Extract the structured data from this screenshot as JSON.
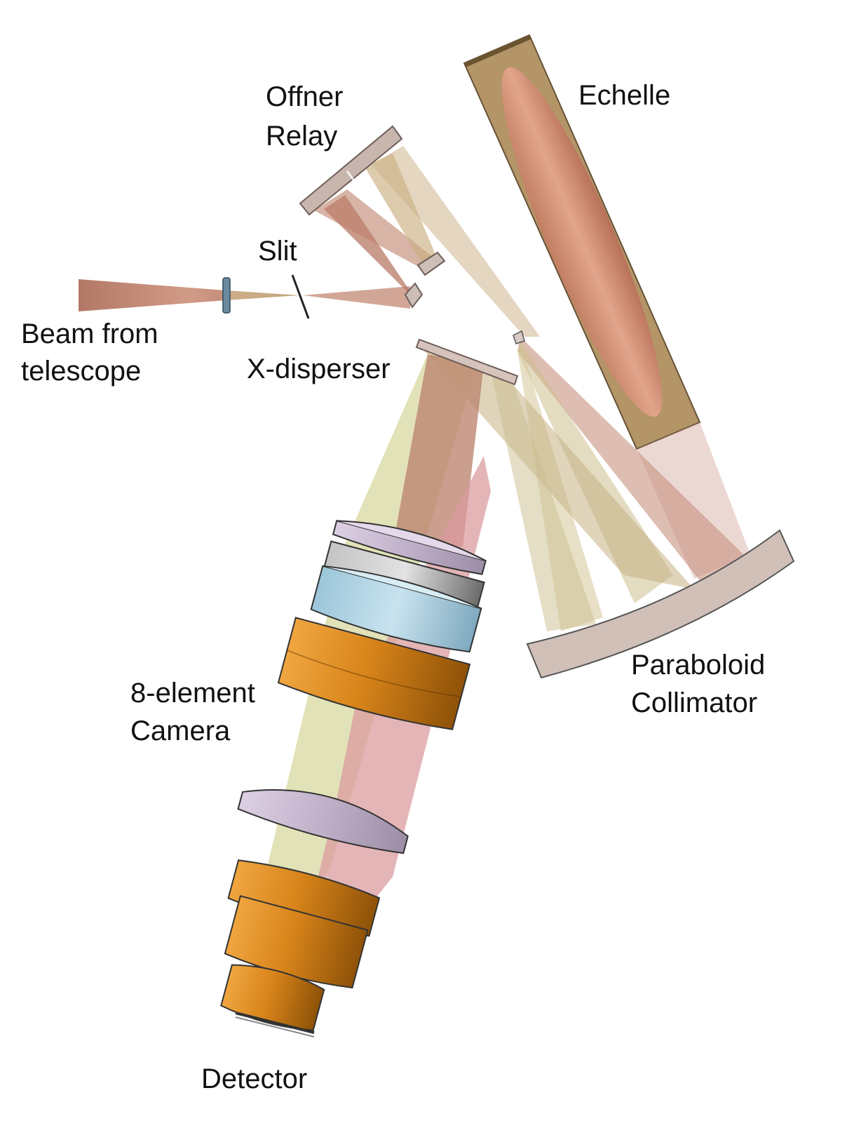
{
  "labels": {
    "offner_line1": "Offner",
    "offner_line2": "Relay",
    "echelle": "Echelle",
    "slit": "Slit",
    "beam_line1": "Beam from",
    "beam_line2": "telescope",
    "xdisperser": "X-disperser",
    "camera_line1": "8-element",
    "camera_line2": "Camera",
    "collimator_line1": "Paraboloid",
    "collimator_line2": "Collimator",
    "detector": "Detector"
  },
  "colors": {
    "beam_brown": "#b8715a",
    "beam_olive": "#c4b47a",
    "beam_yellow": "#cfcf88",
    "beam_pink": "#d48a8e",
    "echelle_fill": "#ad8c5c",
    "echelle_edge": "#5a4426",
    "mirror_fill": "#c8b6ae",
    "lens_orange": "#d58a1e",
    "lens_violet": "#c8b8d0",
    "lens_grey": "#9a9a9a",
    "lens_blue": "#a9cfe0",
    "window_blue": "#6a8aa0"
  }
}
